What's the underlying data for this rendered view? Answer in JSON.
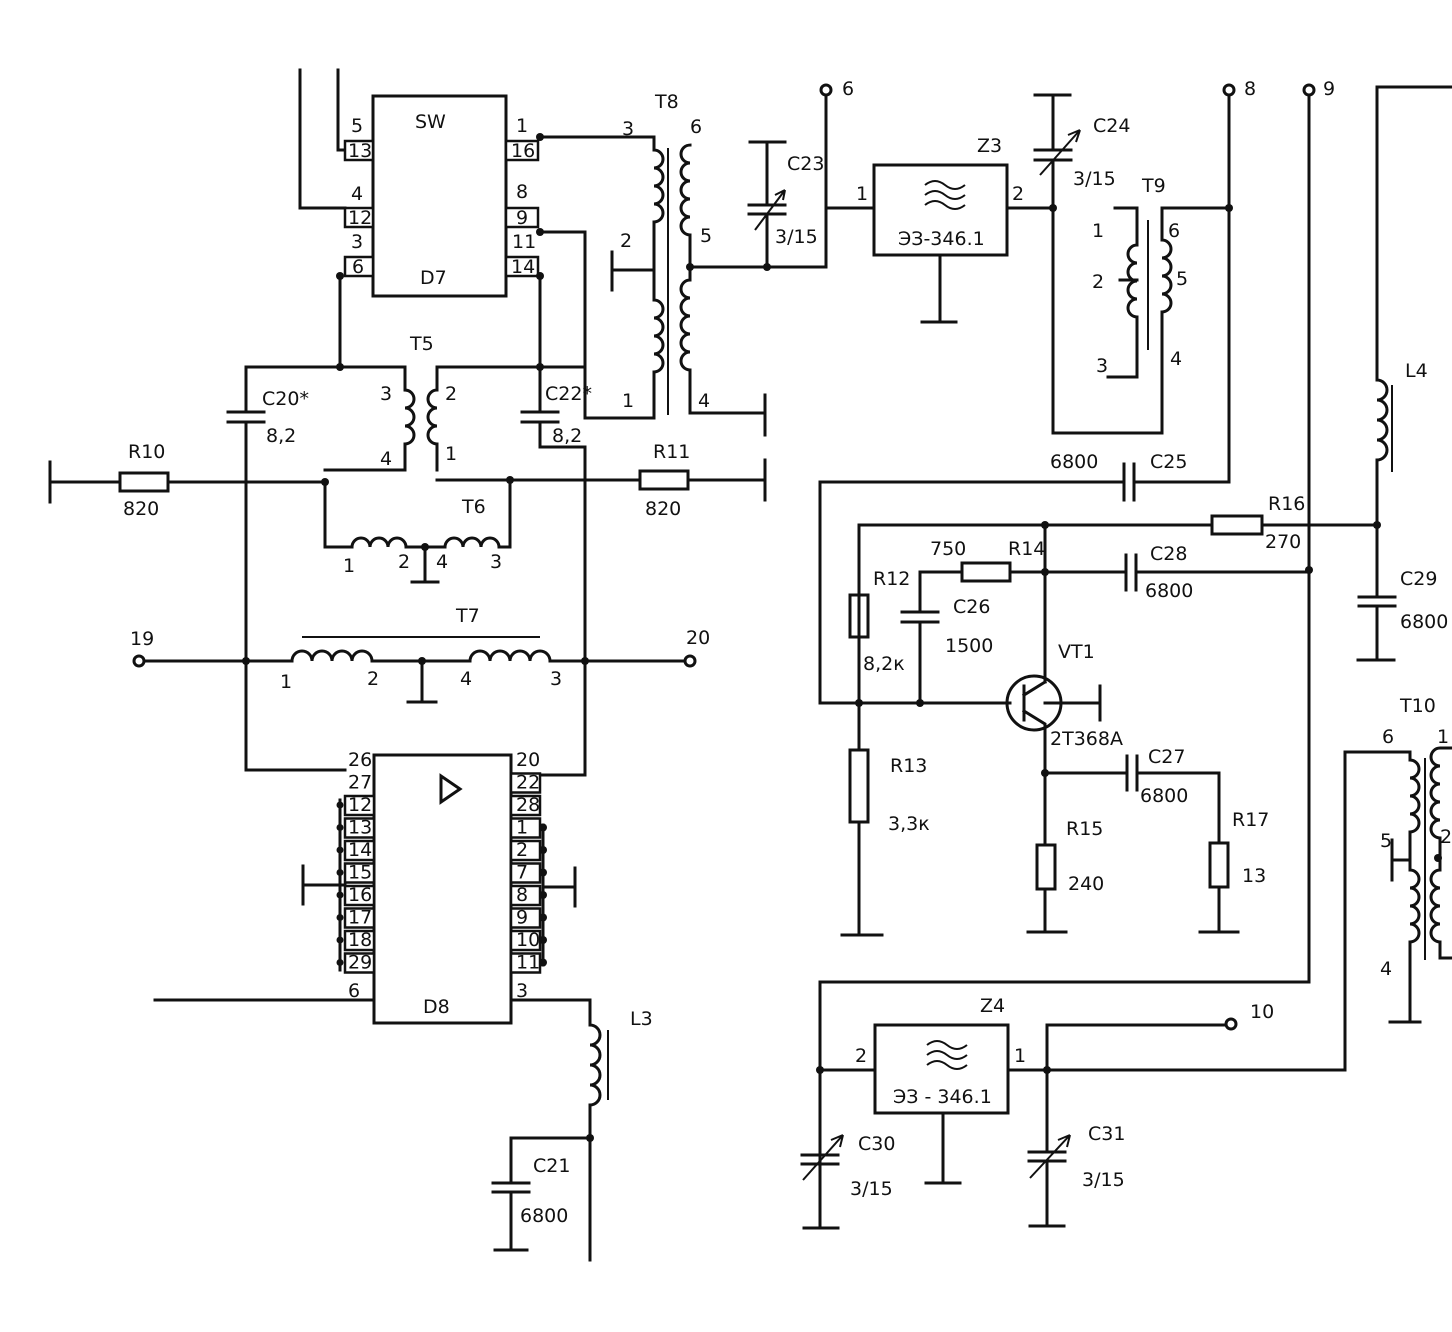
{
  "chips": {
    "sw": {
      "title": "SW",
      "name": "D7",
      "pins": [
        "5",
        "13",
        "4",
        "12",
        "3",
        "6",
        "1",
        "16",
        "8",
        "9",
        "11",
        "14"
      ]
    },
    "d8": {
      "name": "D8",
      "left_pins": [
        "26",
        "27",
        "12",
        "13",
        "14",
        "15",
        "16",
        "17",
        "18",
        "29",
        "6"
      ],
      "right_pins": [
        "20",
        "22",
        "28",
        "1",
        "2",
        "7",
        "8",
        "9",
        "10",
        "11",
        "3"
      ]
    }
  },
  "filters": {
    "z3": {
      "ref": "Z3",
      "value": "ЭЗ-346.1",
      "pin_in": "1",
      "pin_out": "2"
    },
    "z4": {
      "ref": "Z4",
      "value": "ЭЗ - 346.1",
      "pin_in": "2",
      "pin_out": "1"
    }
  },
  "transformers": {
    "t5": {
      "ref": "T5",
      "pins": [
        "3",
        "4",
        "2",
        "1"
      ]
    },
    "t6": {
      "ref": "T6",
      "pins": [
        "1",
        "2",
        "4",
        "3"
      ]
    },
    "t7": {
      "ref": "T7",
      "pins": [
        "1",
        "2",
        "4",
        "3"
      ]
    },
    "t8": {
      "ref": "T8",
      "pins": [
        "3",
        "2",
        "1",
        "6",
        "5",
        "4"
      ]
    },
    "t9": {
      "ref": "T9",
      "pins": [
        "1",
        "2",
        "3",
        "6",
        "5",
        "4"
      ]
    },
    "t10": {
      "ref": "T10",
      "pins": [
        "6",
        "1",
        "5",
        "2",
        "4"
      ]
    }
  },
  "inductors": {
    "l3": {
      "ref": "L3"
    },
    "l4": {
      "ref": "L4"
    }
  },
  "capacitors": {
    "c20": {
      "ref": "C20*",
      "value": "8,2"
    },
    "c21": {
      "ref": "C21",
      "value": "6800"
    },
    "c22": {
      "ref": "C22*",
      "value": "8,2"
    },
    "c23": {
      "ref": "C23",
      "value": "3/15"
    },
    "c24": {
      "ref": "C24",
      "value": "3/15"
    },
    "c25": {
      "ref": "C25",
      "value": "6800"
    },
    "c26": {
      "ref": "C26",
      "value": "1500"
    },
    "c27": {
      "ref": "C27",
      "value": "6800"
    },
    "c28": {
      "ref": "C28",
      "value": "6800"
    },
    "c29": {
      "ref": "C29",
      "value": "6800"
    },
    "c30": {
      "ref": "C30",
      "value": "3/15"
    },
    "c31": {
      "ref": "C31",
      "value": "3/15"
    }
  },
  "resistors": {
    "r10": {
      "ref": "R10",
      "value": "820"
    },
    "r11": {
      "ref": "R11",
      "value": "820"
    },
    "r12": {
      "ref": "R12",
      "value": "8,2к"
    },
    "r13": {
      "ref": "R13",
      "value": "3,3к"
    },
    "r14": {
      "ref": "R14",
      "value": "750"
    },
    "r15": {
      "ref": "R15",
      "value": "240"
    },
    "r16": {
      "ref": "R16",
      "value": "270"
    },
    "r17": {
      "ref": "R17",
      "value": "13"
    }
  },
  "transistor": {
    "ref": "VT1",
    "value": "2Т368А"
  },
  "terminals": {
    "t6": "6",
    "t8": "8",
    "t9": "9",
    "t10": "10",
    "t19": "19",
    "t20": "20"
  }
}
